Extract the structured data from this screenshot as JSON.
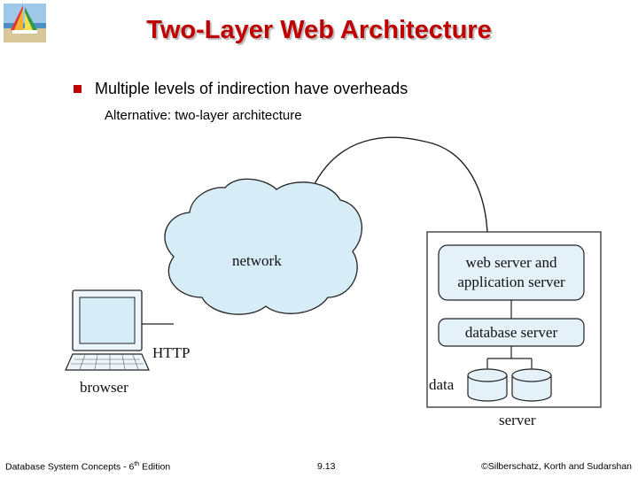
{
  "slide": {
    "title": "Two-Layer Web Architecture",
    "bullet": "Multiple levels of indirection have overheads",
    "sub_bullet": "Alternative: two-layer architecture"
  },
  "diagram": {
    "network_label": "network",
    "http_label": "HTTP",
    "browser_label": "browser",
    "web_server_line1": "web server and",
    "web_server_line2": "application server",
    "database_server_label": "database server",
    "data_label": "data",
    "server_label": "server"
  },
  "footer": {
    "left_prefix": "Database System Concepts - 6",
    "left_sup": "th",
    "left_suffix": " Edition",
    "center": "9.13",
    "right": "©Silberschatz, Korth and Sudarshan"
  },
  "colors": {
    "title": "#c00000",
    "bullet": "#c00000",
    "cloud_fill": "#d6ecf7",
    "box_fill": "#e4f1f9"
  }
}
